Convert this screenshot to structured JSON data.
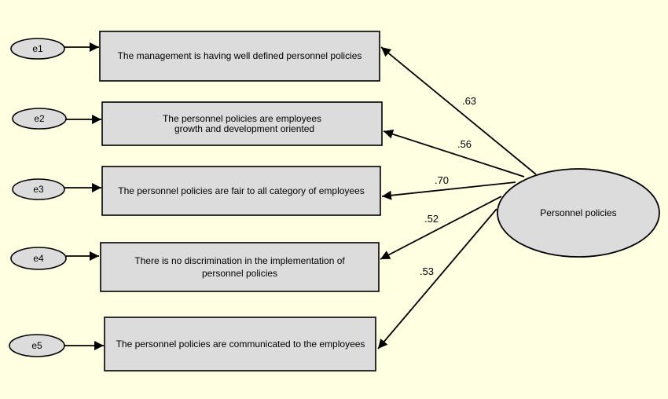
{
  "latent": {
    "label": "Personnel policies"
  },
  "errors": [
    "e1",
    "e2",
    "e3",
    "e4",
    "e5"
  ],
  "indicators": [
    {
      "lines": [
        "The management is having well defined personnel policies"
      ],
      "loading": ".63"
    },
    {
      "lines": [
        "The personnel policies are employees",
        "growth and development oriented"
      ],
      "loading": ".56"
    },
    {
      "lines": [
        "The personnel policies are fair to all category of employees"
      ],
      "loading": ".70"
    },
    {
      "lines": [
        "There is no discrimination in the implementation of",
        "personnel policies"
      ],
      "loading": ".52"
    },
    {
      "lines": [
        "The personnel policies are communicated to the employees"
      ],
      "loading": ".53"
    }
  ],
  "colors": {
    "background": "#ffffe1",
    "fill": "#dcdcdc",
    "stroke": "#000000"
  }
}
